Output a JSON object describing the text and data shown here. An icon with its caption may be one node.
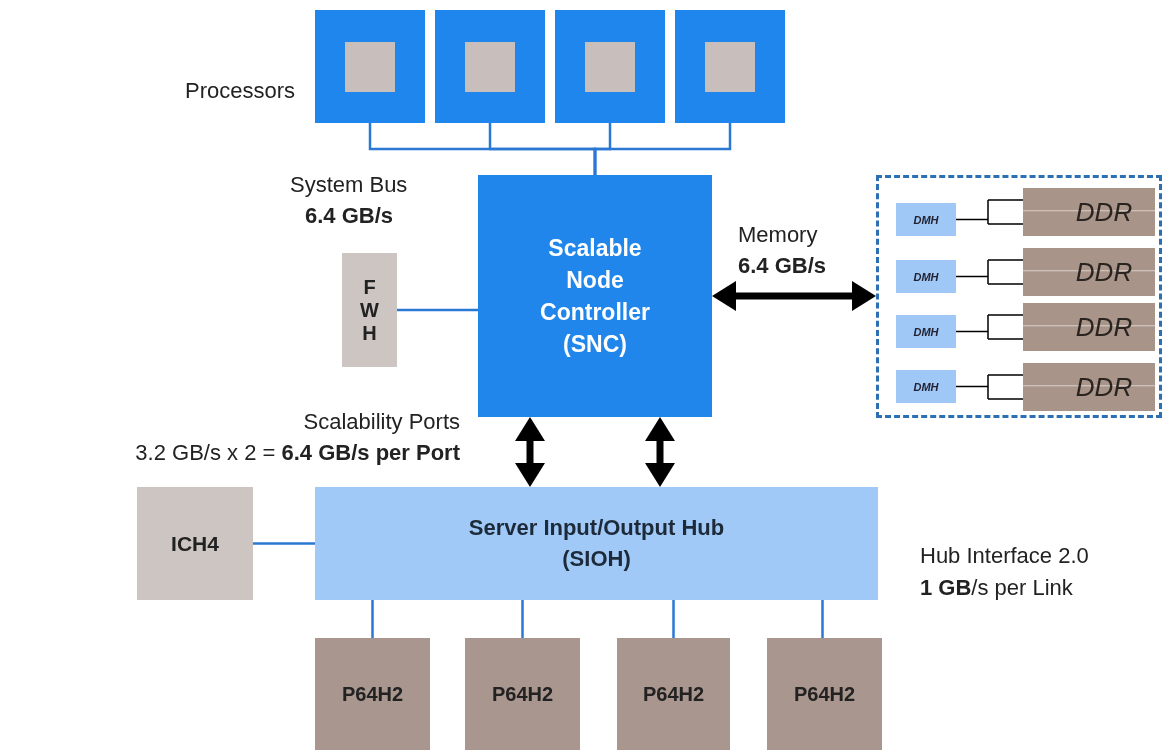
{
  "diagram": {
    "nodes": [
      {
        "text": [],
        "shape": "box"
      },
      {
        "text": [],
        "shape": "box"
      },
      {
        "text": [],
        "shape": "box"
      },
      {
        "text": [],
        "shape": "box"
      },
      {
        "text": [
          "Scalable Node Controller (SNC)"
        ]
      },
      {
        "text": [
          "F W H"
        ]
      },
      {
        "text": [],
        "shape": "box"
      },
      {
        "text": [
          "DMH"
        ],
        "in": 6
      },
      {
        "text": [
          "DMH"
        ],
        "in": 6
      },
      {
        "text": [
          "DMH"
        ],
        "in": 6
      },
      {
        "text": [
          "DMH"
        ],
        "in": 6
      },
      {
        "text": [
          "DDR"
        ],
        "in": 6
      },
      {
        "text": [
          "DDR"
        ],
        "in": 6
      },
      {
        "text": [
          "DDR"
        ],
        "in": 6
      },
      {
        "text": [
          "DDR"
        ],
        "in": 6
      },
      {
        "text": [
          "Server Input/Output Hub (SIOH)"
        ]
      },
      {
        "text": [
          "ICH4"
        ]
      },
      {
        "text": [
          "P64H2"
        ]
      },
      {
        "text": [
          "P64H2"
        ]
      },
      {
        "text": [
          "P64H2"
        ]
      },
      {
        "text": [
          "P64H2"
        ]
      }
    ],
    "edges": [
      {
        "from": 0,
        "to": 4,
        "arrow": "none"
      },
      {
        "from": 1,
        "to": 4,
        "arrow": "none"
      },
      {
        "from": 2,
        "to": 4,
        "arrow": "none"
      },
      {
        "from": 3,
        "to": 4,
        "arrow": "none"
      },
      {
        "from": 5,
        "to": 4,
        "arrow": "none"
      },
      {
        "from": 4,
        "to": 6,
        "arrow": "both",
        "style": "thick",
        "color": "#000000"
      },
      {
        "from": 4,
        "to": 15,
        "arrow": "both",
        "style": "thick",
        "color": "#000000"
      },
      {
        "from": 4,
        "to": 15,
        "arrow": "both",
        "style": "thick",
        "color": "#000000"
      },
      {
        "from": 7,
        "to": 11,
        "arrow": "none",
        "color": "#000000"
      },
      {
        "from": 8,
        "to": 12,
        "arrow": "none",
        "color": "#000000"
      },
      {
        "from": 9,
        "to": 13,
        "arrow": "none",
        "color": "#000000"
      },
      {
        "from": 10,
        "to": 14,
        "arrow": "none",
        "color": "#000000"
      },
      {
        "from": 16,
        "to": 15,
        "arrow": "none"
      },
      {
        "from": 15,
        "to": 17,
        "arrow": "none"
      },
      {
        "from": 15,
        "to": 18,
        "arrow": "none"
      },
      {
        "from": 15,
        "to": 19,
        "arrow": "none"
      },
      {
        "from": 15,
        "to": 20,
        "arrow": "none"
      }
    ],
    "labels": [
      "Processors",
      "System Bus",
      "6.4 GB/s",
      "Memory",
      "6.4 GB/s",
      "Scalability Ports",
      "3.2 GB/s x 2 = **6.4 GB/s per Port**",
      "Hub Interface 2.0",
      "**1 GB**/s per Link"
    ]
  }
}
